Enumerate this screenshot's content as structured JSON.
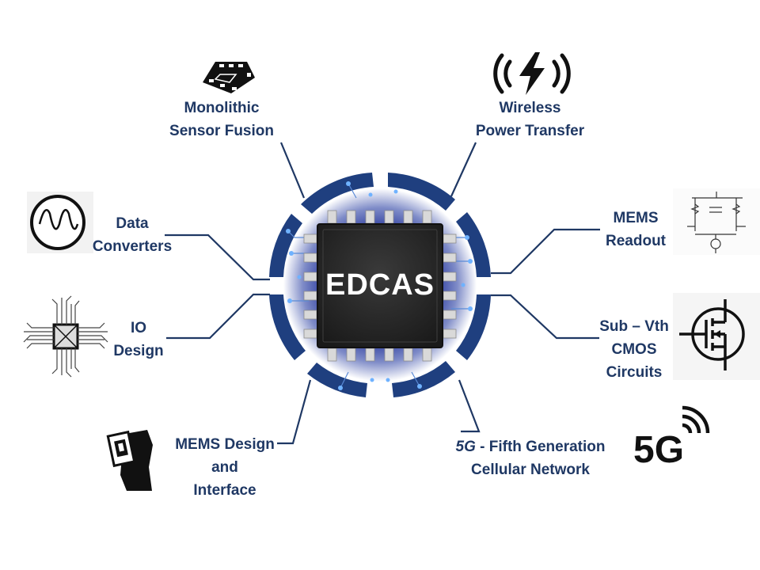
{
  "hub": {
    "title": "EDCAS"
  },
  "topics": [
    {
      "id": "monolithic-sensor-fusion",
      "lines": [
        "Monolithic",
        "Sensor Fusion"
      ],
      "icon": "sensor-package-icon"
    },
    {
      "id": "wireless-power-transfer",
      "lines": [
        "Wireless",
        "Power Transfer"
      ],
      "icon": "wireless-power-icon"
    },
    {
      "id": "data-converters",
      "lines": [
        "Data",
        "Converters"
      ],
      "icon": "sine-wave-icon"
    },
    {
      "id": "mems-readout",
      "lines": [
        "MEMS",
        "Readout"
      ],
      "icon": "circuit-schematic-icon"
    },
    {
      "id": "io-design",
      "lines": [
        "IO",
        "Design"
      ],
      "icon": "chip-io-icon"
    },
    {
      "id": "sub-vth-cmos",
      "lines": [
        "Sub – Vth",
        "CMOS",
        "Circuits"
      ],
      "icon": "mosfet-symbol-icon"
    },
    {
      "id": "mems-design-interface",
      "lines": [
        "MEMS Design",
        "and",
        "Interface"
      ],
      "icon": "mems-device-icon"
    },
    {
      "id": "fifth-generation",
      "prefix": "5G",
      "lines": [
        " - Fifth Generation",
        "Cellular Network"
      ],
      "icon": "5g-icon",
      "icon_text": "5G"
    }
  ],
  "colors": {
    "label": "#1f3864",
    "ring": "#1f3f7f",
    "chip": "#2b2b2b",
    "connector": "#1f3864"
  }
}
